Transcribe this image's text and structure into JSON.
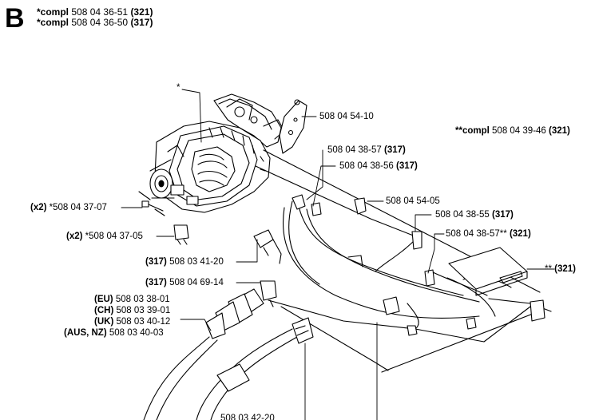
{
  "section": "B",
  "header": [
    {
      "prefix": "*compl",
      "number": "508 04 36-51",
      "code": "(321)"
    },
    {
      "prefix": "*compl",
      "number": "508 04 36-50",
      "code": "(317)"
    }
  ],
  "callouts": {
    "star": "*",
    "switch_bracket": "508 04 54-10",
    "compl_cable": {
      "prefix": "**compl",
      "number": "508 04 39-46",
      "code": "(321)"
    },
    "wire_a": {
      "number": "508 04 38-57",
      "code": "(317)"
    },
    "wire_b": {
      "number": "508 04 38-56",
      "code": "(317)"
    },
    "clip": "508 04 54-05",
    "wire_c": {
      "number": "508 04 38-55",
      "code": "(317)"
    },
    "wire_d": {
      "number": "508 04 38-57**",
      "code": "(321)"
    },
    "box": {
      "prefix": "**",
      "code": "(321)"
    },
    "brush_1": {
      "qty": "(x2)",
      "number": "*508 04 37-07"
    },
    "brush_2": {
      "qty": "(x2)",
      "number": "*508 04 37-05"
    },
    "switch": {
      "code": "(317)",
      "number": "508 03 41-20"
    },
    "connector": {
      "code": "(317)",
      "number": "508 04 69-14"
    },
    "cord_eu": {
      "region": "(EU)",
      "number": "508 03 38-01"
    },
    "cord_ch": {
      "region": "(CH)",
      "number": "508 03 39-01"
    },
    "cord_uk": {
      "region": "(UK)",
      "number": "508 03 40-12"
    },
    "cord_aus": {
      "region": "(AUS, NZ)",
      "number": "508 03 40-03"
    },
    "bottom_cut": "508 03 42-20"
  }
}
